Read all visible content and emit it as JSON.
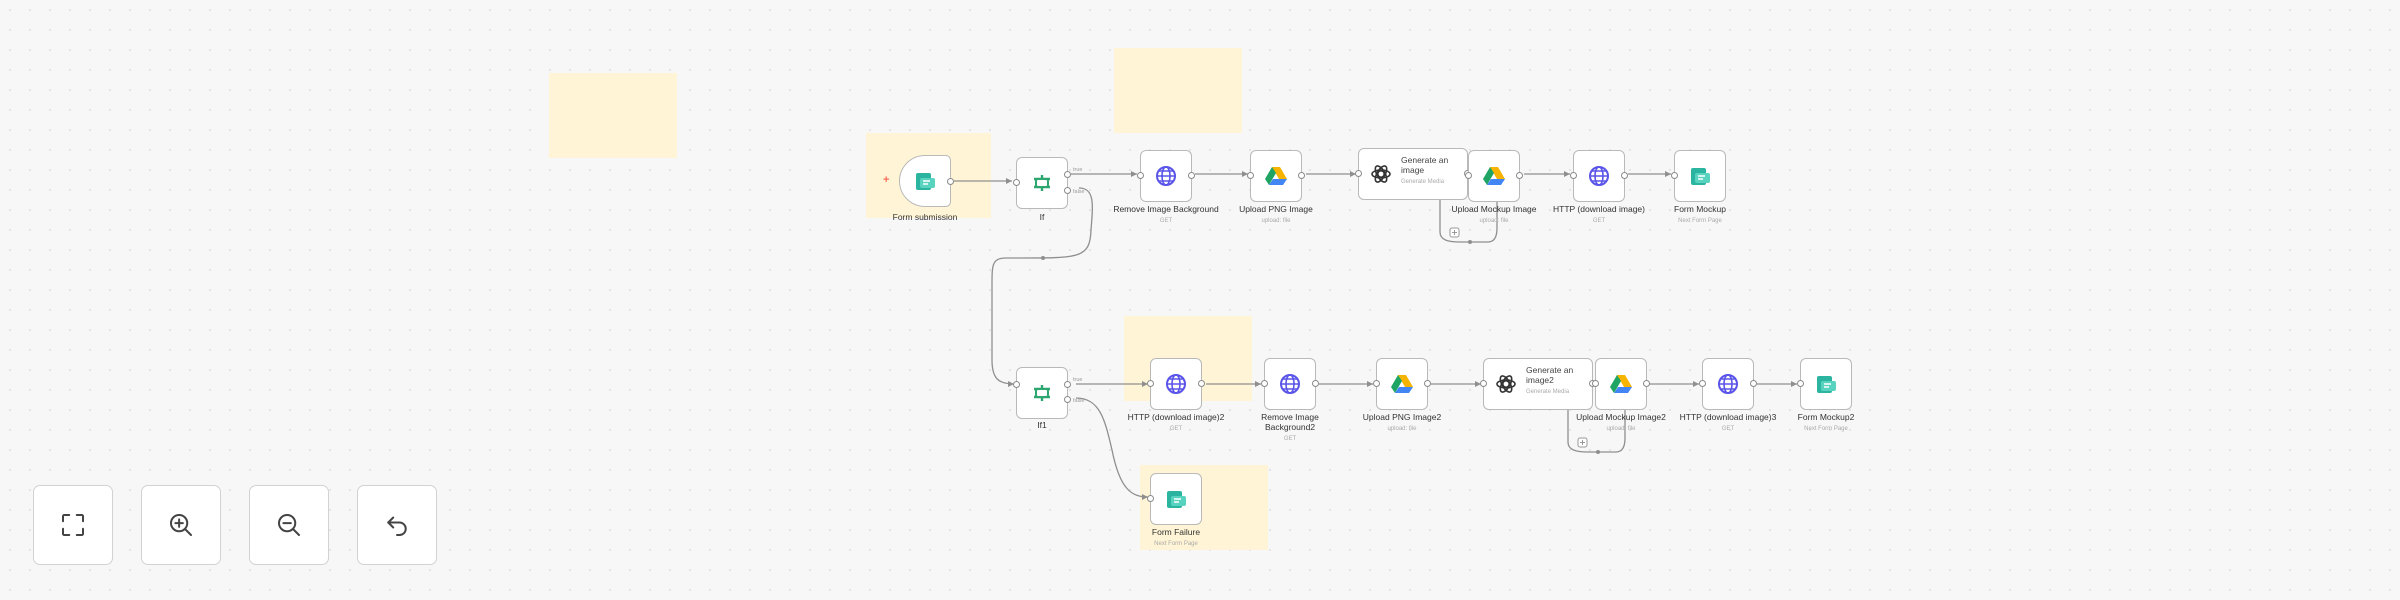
{
  "workflow": {
    "nodes": {
      "form_submission": {
        "label": "Form submission",
        "icon": "form-icon"
      },
      "if1": {
        "label": "If",
        "icon": "if-icon"
      },
      "remove_bg": {
        "label": "Remove Image Background",
        "sub": "GET",
        "icon": "globe-icon"
      },
      "upload_png": {
        "label": "Upload PNG Image",
        "sub": "upload: file",
        "icon": "google-drive-icon"
      },
      "generate_image": {
        "label": "Generate an image",
        "sub": "Generate Media",
        "icon": "openai-icon"
      },
      "upload_mockup": {
        "label": "Upload Mockup Image",
        "sub": "upload: file",
        "icon": "google-drive-icon"
      },
      "http_download": {
        "label": "HTTP (download image)",
        "sub": "GET",
        "icon": "globe-icon"
      },
      "form_mockup": {
        "label": "Form Mockup",
        "sub": "Next Form Page",
        "icon": "form-icon"
      },
      "if2": {
        "label": "If1",
        "icon": "if-icon"
      },
      "http_download2": {
        "label": "HTTP (download image)2",
        "sub": "GET",
        "icon": "globe-icon"
      },
      "remove_bg2": {
        "label": "Remove Image Background2",
        "sub": "GET",
        "icon": "globe-icon"
      },
      "upload_png2": {
        "label": "Upload PNG Image2",
        "sub": "upload: file",
        "icon": "google-drive-icon"
      },
      "generate_image2": {
        "label": "Generate an image2",
        "sub": "Generate Media",
        "icon": "openai-icon"
      },
      "upload_mockup2": {
        "label": "Upload Mockup Image2",
        "sub": "upload: file",
        "icon": "google-drive-icon"
      },
      "http_download3": {
        "label": "HTTP (download image)3",
        "sub": "GET",
        "icon": "globe-icon"
      },
      "form_mockup2": {
        "label": "Form Mockup2",
        "sub": "Next Form Page",
        "icon": "form-icon"
      },
      "form_failure": {
        "label": "Form Failure",
        "sub": "Next Form Page",
        "icon": "form-icon"
      }
    },
    "branch_labels": {
      "if1_true": "true",
      "if1_false": "false",
      "if2_true": "true",
      "if2_false": "false"
    }
  },
  "controls": {
    "fit_view": {
      "icon": "fit-view-icon"
    },
    "zoom_in": {
      "icon": "zoom-in-icon"
    },
    "zoom_out": {
      "icon": "zoom-out-icon"
    },
    "undo": {
      "icon": "undo-icon"
    }
  },
  "colors": {
    "sticky": "#fff4d5",
    "form_icon": "#2bb5a0",
    "if_icon": "#2ea66f",
    "globe_icon": "#5a55e8",
    "trigger_plus": "#ff6d5a",
    "edge": "#8f8f8f"
  }
}
